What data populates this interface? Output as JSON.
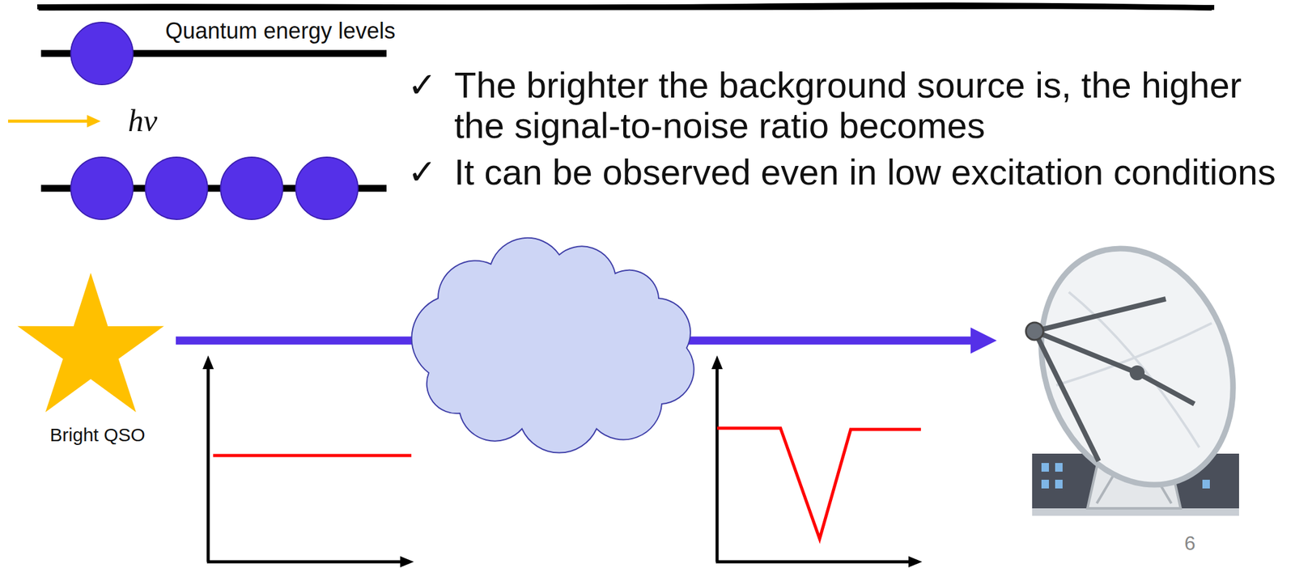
{
  "diagram": {
    "labels": [
      "Quantum energy levels",
      "hν",
      "✓",
      "The brighter the background source is, the higher the signal-to-noise ratio becomes",
      "✓",
      "It can be observed even in low excitation conditions",
      "Bright QSO",
      "6"
    ]
  }
}
